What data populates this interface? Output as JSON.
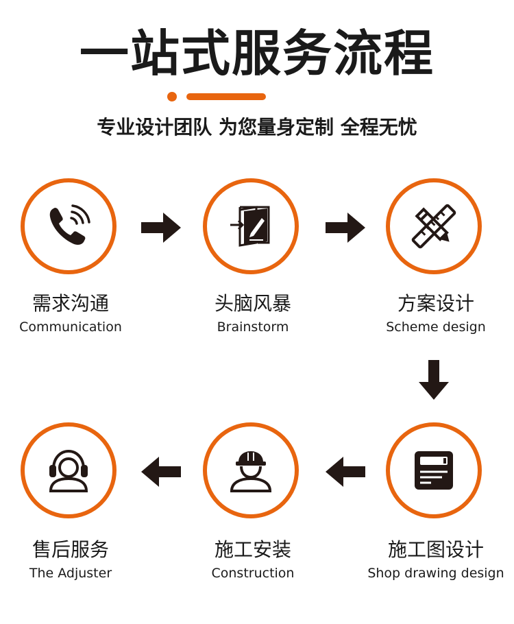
{
  "title": "一站式服务流程",
  "subtitle": "专业设计团队 为您量身定制 全程无忧",
  "colors": {
    "accent": "#e8650f",
    "icon": "#231815"
  },
  "steps": [
    {
      "cn": "需求沟通",
      "en": "Communication",
      "icon": "phone-icon"
    },
    {
      "cn": "头脑风暴",
      "en": "Brainstorm",
      "icon": "door-pen-icon"
    },
    {
      "cn": "方案设计",
      "en": "Scheme design",
      "icon": "pencil-ruler-icon"
    },
    {
      "cn": "施工图设计",
      "en": "Shop drawing design",
      "icon": "document-icon"
    },
    {
      "cn": "施工安装",
      "en": "Construction",
      "icon": "hard-hat-worker-icon"
    },
    {
      "cn": "售后服务",
      "en": "The Adjuster",
      "icon": "headset-agent-icon"
    }
  ]
}
